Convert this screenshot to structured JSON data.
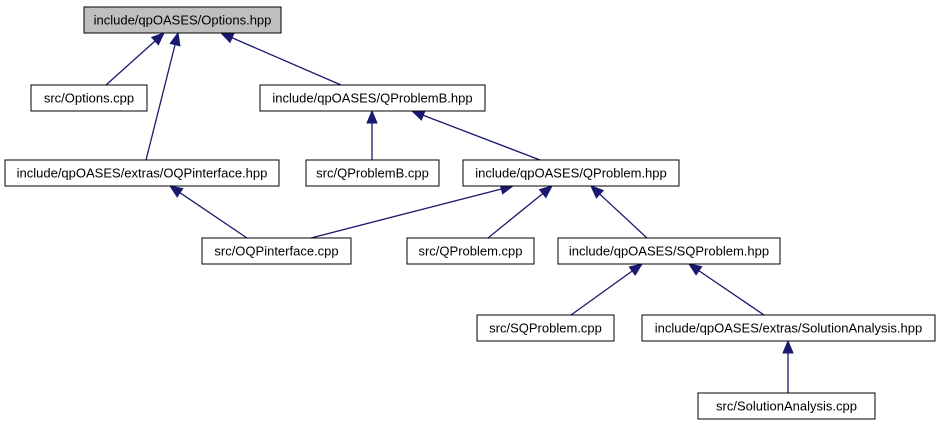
{
  "colors": {
    "edge": "#191970",
    "node_fill": "#ffffff",
    "root_fill": "#bfbfbf",
    "border": "#000000"
  },
  "nodes": [
    {
      "id": "options_hpp",
      "label": "include/qpOASES/Options.hpp",
      "highlighted": true
    },
    {
      "id": "options_cpp",
      "label": "src/Options.cpp",
      "highlighted": false
    },
    {
      "id": "qproblemb_hpp",
      "label": "include/qpOASES/QProblemB.hpp",
      "highlighted": false
    },
    {
      "id": "oqpinterface_hpp",
      "label": "include/qpOASES/extras/OQPinterface.hpp",
      "highlighted": false
    },
    {
      "id": "qproblemb_cpp",
      "label": "src/QProblemB.cpp",
      "highlighted": false
    },
    {
      "id": "qproblem_hpp",
      "label": "include/qpOASES/QProblem.hpp",
      "highlighted": false
    },
    {
      "id": "oqpinterface_cpp",
      "label": "src/OQPinterface.cpp",
      "highlighted": false
    },
    {
      "id": "qproblem_cpp",
      "label": "src/QProblem.cpp",
      "highlighted": false
    },
    {
      "id": "sqproblem_hpp",
      "label": "include/qpOASES/SQProblem.hpp",
      "highlighted": false
    },
    {
      "id": "sqproblem_cpp",
      "label": "src/SQProblem.cpp",
      "highlighted": false
    },
    {
      "id": "solutionanalysis_hpp",
      "label": "include/qpOASES/extras/SolutionAnalysis.hpp",
      "highlighted": false
    },
    {
      "id": "solutionanalysis_cpp",
      "label": "src/SolutionAnalysis.cpp",
      "highlighted": false
    }
  ],
  "edges": [
    {
      "from": "options_cpp",
      "to": "options_hpp"
    },
    {
      "from": "oqpinterface_hpp",
      "to": "options_hpp"
    },
    {
      "from": "qproblemb_hpp",
      "to": "options_hpp"
    },
    {
      "from": "qproblemb_cpp",
      "to": "qproblemb_hpp"
    },
    {
      "from": "qproblem_hpp",
      "to": "qproblemb_hpp"
    },
    {
      "from": "oqpinterface_cpp",
      "to": "oqpinterface_hpp"
    },
    {
      "from": "oqpinterface_cpp",
      "to": "qproblem_hpp"
    },
    {
      "from": "qproblem_cpp",
      "to": "qproblem_hpp"
    },
    {
      "from": "sqproblem_hpp",
      "to": "qproblem_hpp"
    },
    {
      "from": "sqproblem_cpp",
      "to": "sqproblem_hpp"
    },
    {
      "from": "solutionanalysis_hpp",
      "to": "sqproblem_hpp"
    },
    {
      "from": "solutionanalysis_cpp",
      "to": "solutionanalysis_hpp"
    }
  ]
}
